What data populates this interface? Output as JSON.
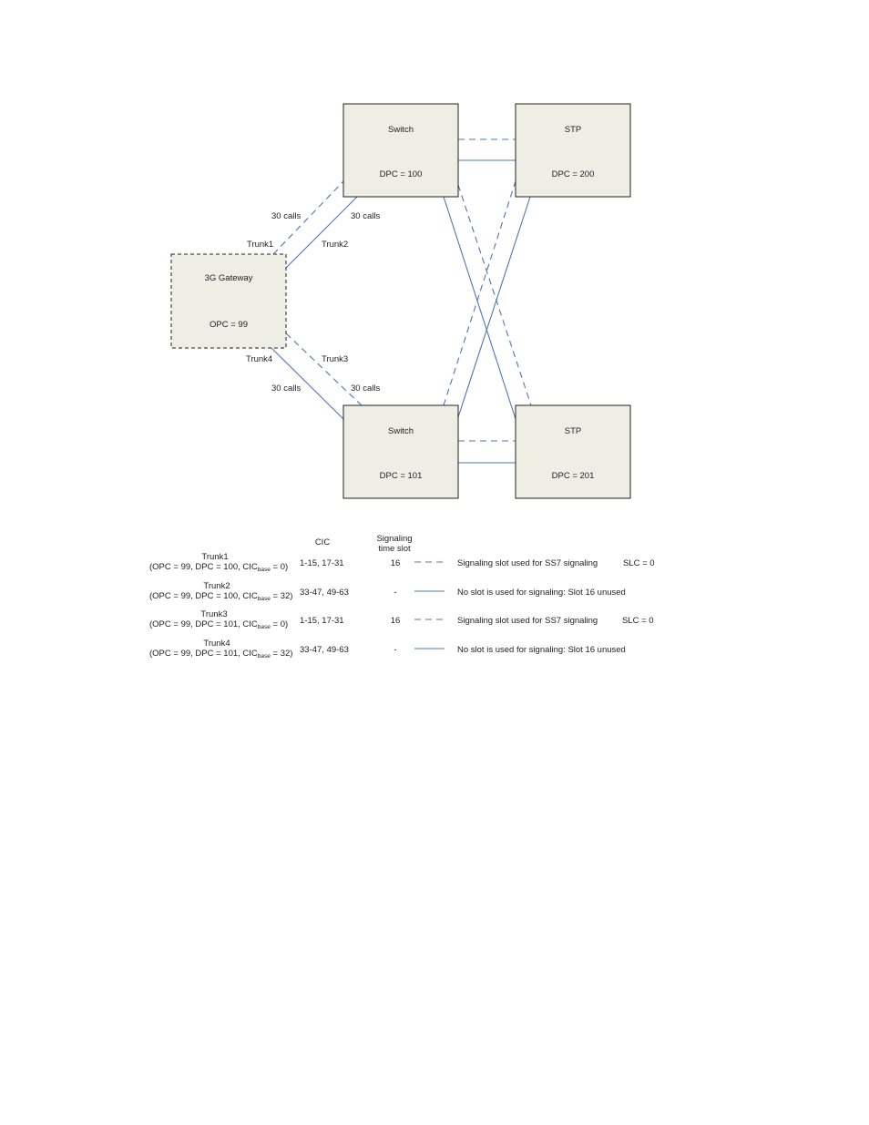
{
  "nodes": {
    "switch_top": {
      "name": "Switch",
      "code": "DPC = 100"
    },
    "stp_top": {
      "name": "STP",
      "code": "DPC = 200"
    },
    "gateway": {
      "name": "3G Gateway",
      "code": "OPC = 99"
    },
    "switch_bottom": {
      "name": "Switch",
      "code": "DPC = 101"
    },
    "stp_bottom": {
      "name": "STP",
      "code": "DPC = 201"
    }
  },
  "edge_labels": {
    "trunk1": "Trunk1",
    "trunk2": "Trunk2",
    "trunk3": "Trunk3",
    "trunk4": "Trunk4",
    "calls": "30 calls"
  },
  "legend": {
    "headers": {
      "cic": "CIC",
      "sig_line1": "Signaling",
      "sig_line2": "time slot"
    },
    "rows": [
      {
        "trunk": "Trunk1",
        "params_pre": "(OPC = 99, DPC = 100, CIC",
        "params_sub": "base",
        "params_post": " = 0)",
        "cic": "1-15, 17-31",
        "slot": "16",
        "line": "dashed",
        "desc": "Signaling slot used for SS7 signaling",
        "slc": "SLC = 0"
      },
      {
        "trunk": "Trunk2",
        "params_pre": "(OPC = 99, DPC = 100, CIC",
        "params_sub": "base",
        "params_post": " = 32)",
        "cic": "33-47, 49-63",
        "slot": "-",
        "line": "solid",
        "desc": "No slot is used for signaling: Slot 16 unused",
        "slc": ""
      },
      {
        "trunk": "Trunk3",
        "params_pre": "(OPC = 99, DPC = 101, CIC",
        "params_sub": "base",
        "params_post": " = 0)",
        "cic": "1-15, 17-31",
        "slot": "16",
        "line": "dashed",
        "desc": "Signaling slot used for SS7 signaling",
        "slc": "SLC = 0"
      },
      {
        "trunk": "Trunk4",
        "params_pre": "(OPC = 99, DPC = 101, CIC",
        "params_sub": "base",
        "params_post": " = 32)",
        "cic": "33-47, 49-63",
        "slot": "-",
        "line": "solid",
        "desc": "No slot is used for signaling: Slot 16 unused",
        "slc": ""
      }
    ]
  },
  "colors": {
    "link": "#4a78b5",
    "box_fill": "#eeeee4",
    "box_stroke": "#222222"
  }
}
